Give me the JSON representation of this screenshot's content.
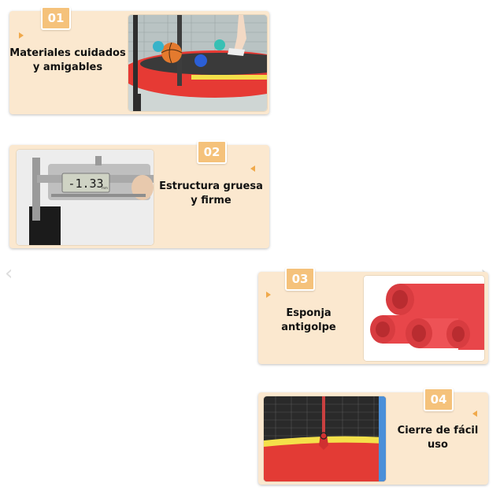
{
  "features": [
    {
      "number": "01",
      "label_line1": "Materiales cuidados",
      "label_line2": "y amigables",
      "photo_icon": "trampoline-balls-photo"
    },
    {
      "number": "02",
      "label_line1": "Estructura gruesa",
      "label_line2": "y firme",
      "photo_icon": "caliper-measurement-photo"
    },
    {
      "number": "03",
      "label_line1": "Esponja antigolpe",
      "label_line2": "",
      "photo_icon": "foam-tubes-photo"
    },
    {
      "number": "04",
      "label_line1": "Cierre de fácil uso",
      "label_line2": "",
      "photo_icon": "zipper-net-photo"
    }
  ],
  "caliper": {
    "display": "-1.33",
    "unit": "mm"
  },
  "nav": {
    "prev_icon": "chevron-left-icon",
    "next_icon": "chevron-right-icon"
  },
  "colors": {
    "card_bg": "#fbe8cf",
    "badge": "#f5c27b",
    "accent": "#f0a94b",
    "foam_red": "#e8464a"
  }
}
